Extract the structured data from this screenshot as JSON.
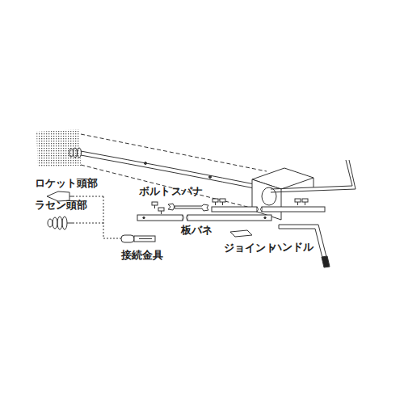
{
  "diagram": {
    "labels": [
      "ロケット頭部",
      "ラセン頭部",
      "ボルト",
      "スパナ",
      "板バネ",
      "ジョイント",
      "ハンドル",
      "接続金具"
    ]
  }
}
